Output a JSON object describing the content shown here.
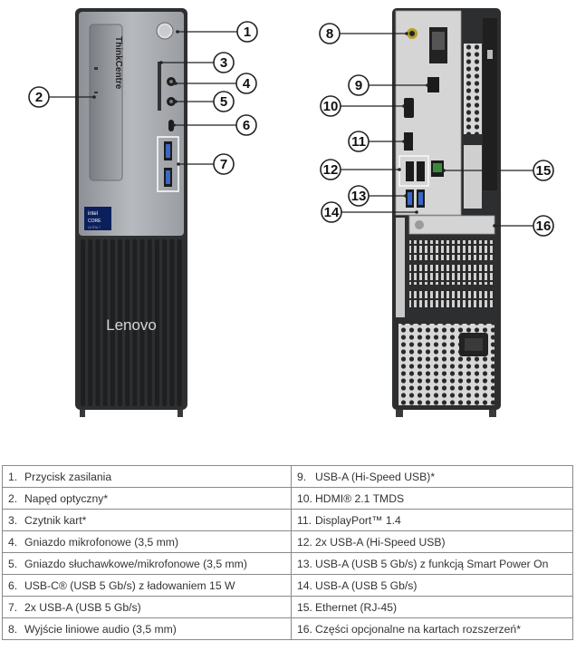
{
  "front_panel": {
    "brand_vertical": "ThinkCentre",
    "logo": "Lenovo",
    "badge": {
      "line1": "intel",
      "line2": "CORE",
      "line3": "ULTRA 7"
    }
  },
  "callouts": [
    "1",
    "2",
    "3",
    "4",
    "5",
    "6",
    "7",
    "8",
    "9",
    "10",
    "11",
    "12",
    "13",
    "14",
    "15",
    "16"
  ],
  "specs": {
    "left": [
      {
        "num": "1.",
        "text": "Przycisk zasilania"
      },
      {
        "num": "2.",
        "text": "Napęd optyczny*"
      },
      {
        "num": "3.",
        "text": "Czytnik kart*"
      },
      {
        "num": "4.",
        "text": "Gniazdo mikrofonowe (3,5 mm)"
      },
      {
        "num": "5.",
        "text": "Gniazdo słuchawkowe/mikrofonowe (3,5 mm)"
      },
      {
        "num": "6.",
        "text": "USB-C® (USB 5 Gb/s) z ładowaniem 15 W"
      },
      {
        "num": "7.",
        "text": "2x USB-A (USB 5 Gb/s)"
      },
      {
        "num": "8.",
        "text": "Wyjście liniowe audio (3,5 mm)"
      }
    ],
    "right": [
      {
        "num": "9.",
        "text": "USB-A (Hi-Speed USB)*"
      },
      {
        "num": "10.",
        "text": "HDMI® 2.1 TMDS"
      },
      {
        "num": "11.",
        "text": "DisplayPort™ 1.4"
      },
      {
        "num": "12.",
        "text": "2x USB-A (Hi-Speed USB)"
      },
      {
        "num": "13.",
        "text": "USB-A (USB 5 Gb/s) z funkcją Smart Power On"
      },
      {
        "num": "14.",
        "text": "USB-A (USB 5 Gb/s)"
      },
      {
        "num": "15.",
        "text": "Ethernet (RJ-45)"
      },
      {
        "num": "16.",
        "text": "Części opcjonalne na kartach rozszerzeń*"
      }
    ]
  }
}
